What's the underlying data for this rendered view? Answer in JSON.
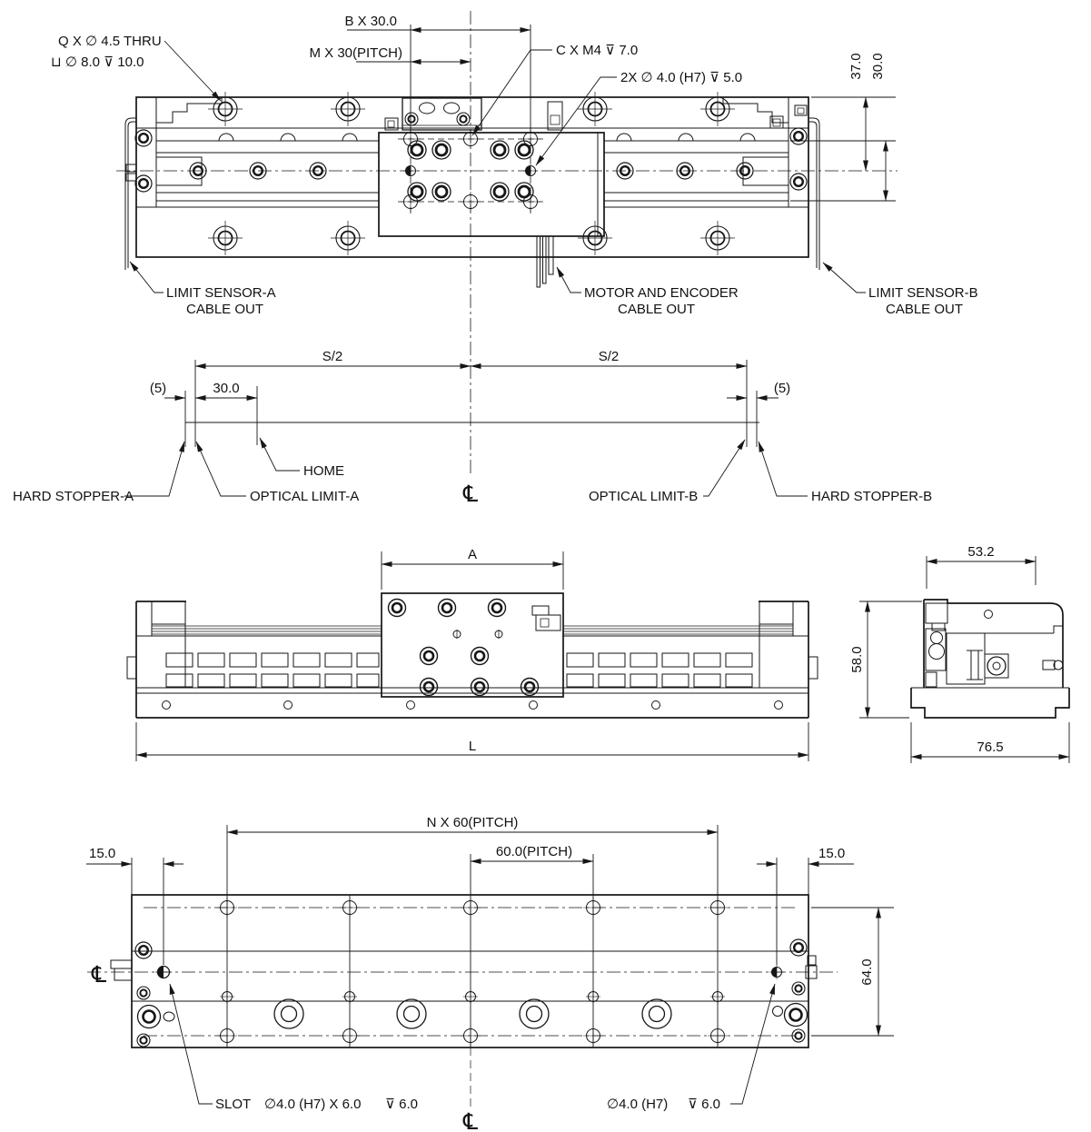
{
  "top_view": {
    "q_callout_1": "Q X ∅ 4.5 THRU",
    "q_callout_2": "⊔ ∅ 8.0 ⊽ 10.0",
    "dim_b_pitch": "B X 30.0",
    "dim_m_pitch": "M X 30(PITCH)",
    "callout_tap": "C X M4 ⊽ 7.0",
    "callout_dowel": "2X ∅ 4.0 (H7) ⊽ 5.0",
    "dim_height_37": "37.0",
    "dim_height_30": "30.0",
    "label_limit_a": [
      "LIMIT SENSOR-A",
      "CABLE OUT"
    ],
    "label_motor": [
      "MOTOR AND ENCODER",
      "CABLE OUT"
    ],
    "label_limit_b": [
      "LIMIT SENSOR-B",
      "CABLE OUT"
    ]
  },
  "travel": {
    "s2_left": "S/2",
    "s2_right": "S/2",
    "five_left": "(5)",
    "dim_30": "30.0",
    "five_right": "(5)",
    "home": "HOME",
    "optical_a": "OPTICAL LIMIT-A",
    "hard_a": "HARD STOPPER-A",
    "optical_b": "OPTICAL LIMIT-B",
    "hard_b": "HARD STOPPER-B",
    "centerline_symbol": "℄"
  },
  "front_view": {
    "dim_a": "A",
    "dim_l": "L"
  },
  "side_view": {
    "dim_top": "53.2",
    "dim_height": "58.0",
    "dim_width": "76.5"
  },
  "bottom_view": {
    "dim_n_pitch": "N X 60(PITCH)",
    "dim_pitch_60": "60.0(PITCH)",
    "dim_15_left": "15.0",
    "dim_15_right": "15.0",
    "dim_64": "64.0",
    "slot_word": "SLOT",
    "slot_spec": "∅4.0 (H7) X 6.0",
    "slot_depth": "⊽ 6.0",
    "dowel_spec": "∅4.0 (H7)",
    "dowel_depth": "⊽ 6.0",
    "centerline_left": "℄",
    "centerline_bottom": "℄"
  }
}
